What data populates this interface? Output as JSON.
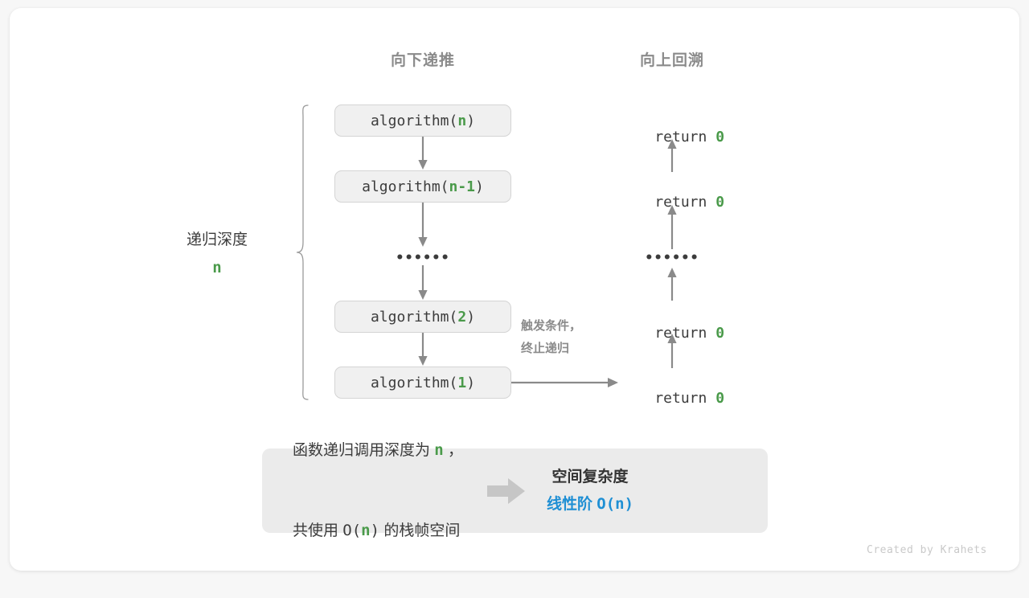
{
  "headers": {
    "down": "向下递推",
    "up": "向上回溯"
  },
  "brace_label": {
    "title": "递归深度",
    "value": "n"
  },
  "call_stack": [
    {
      "prefix": "algorithm(",
      "arg": "n",
      "suffix": ")"
    },
    {
      "prefix": "algorithm(",
      "arg": "n-1",
      "suffix": ")"
    },
    {
      "prefix": "algorithm(",
      "arg": "2",
      "suffix": ")"
    },
    {
      "prefix": "algorithm(",
      "arg": "1",
      "suffix": ")"
    }
  ],
  "ellipsis": "••••••",
  "returns": [
    {
      "keyword": "return ",
      "value": "0"
    },
    {
      "keyword": "return ",
      "value": "0"
    },
    {
      "keyword": "return ",
      "value": "0"
    },
    {
      "keyword": "return ",
      "value": "0"
    }
  ],
  "trigger_note": {
    "line1": "触发条件，",
    "line2": "终止递归"
  },
  "summary": {
    "left_line1_a": "函数递归调用深度为 ",
    "left_line1_n": "n",
    "left_line1_b": " ，",
    "left_line2_a": "共使用 ",
    "left_line2_o": "O(",
    "left_line2_n": "n",
    "left_line2_c": ")",
    "left_line2_b": " 的栈帧空间",
    "arrow_icon": "right-arrow-icon",
    "right_title": "空间复杂度",
    "right_order": "线性阶 ",
    "right_notation": "O(n)"
  },
  "footer": "Created by Krahets",
  "colors": {
    "green": "#4a9a4a",
    "blue": "#1f8fd4",
    "gray_text": "#8b8b8b",
    "dark_text": "#3c3c3c",
    "box_fill": "#f0f0f0",
    "box_border": "#d4d4d4",
    "panel_fill": "#ebebeb",
    "arrow_gray": "#c6c6c6",
    "line_gray": "#888888"
  }
}
